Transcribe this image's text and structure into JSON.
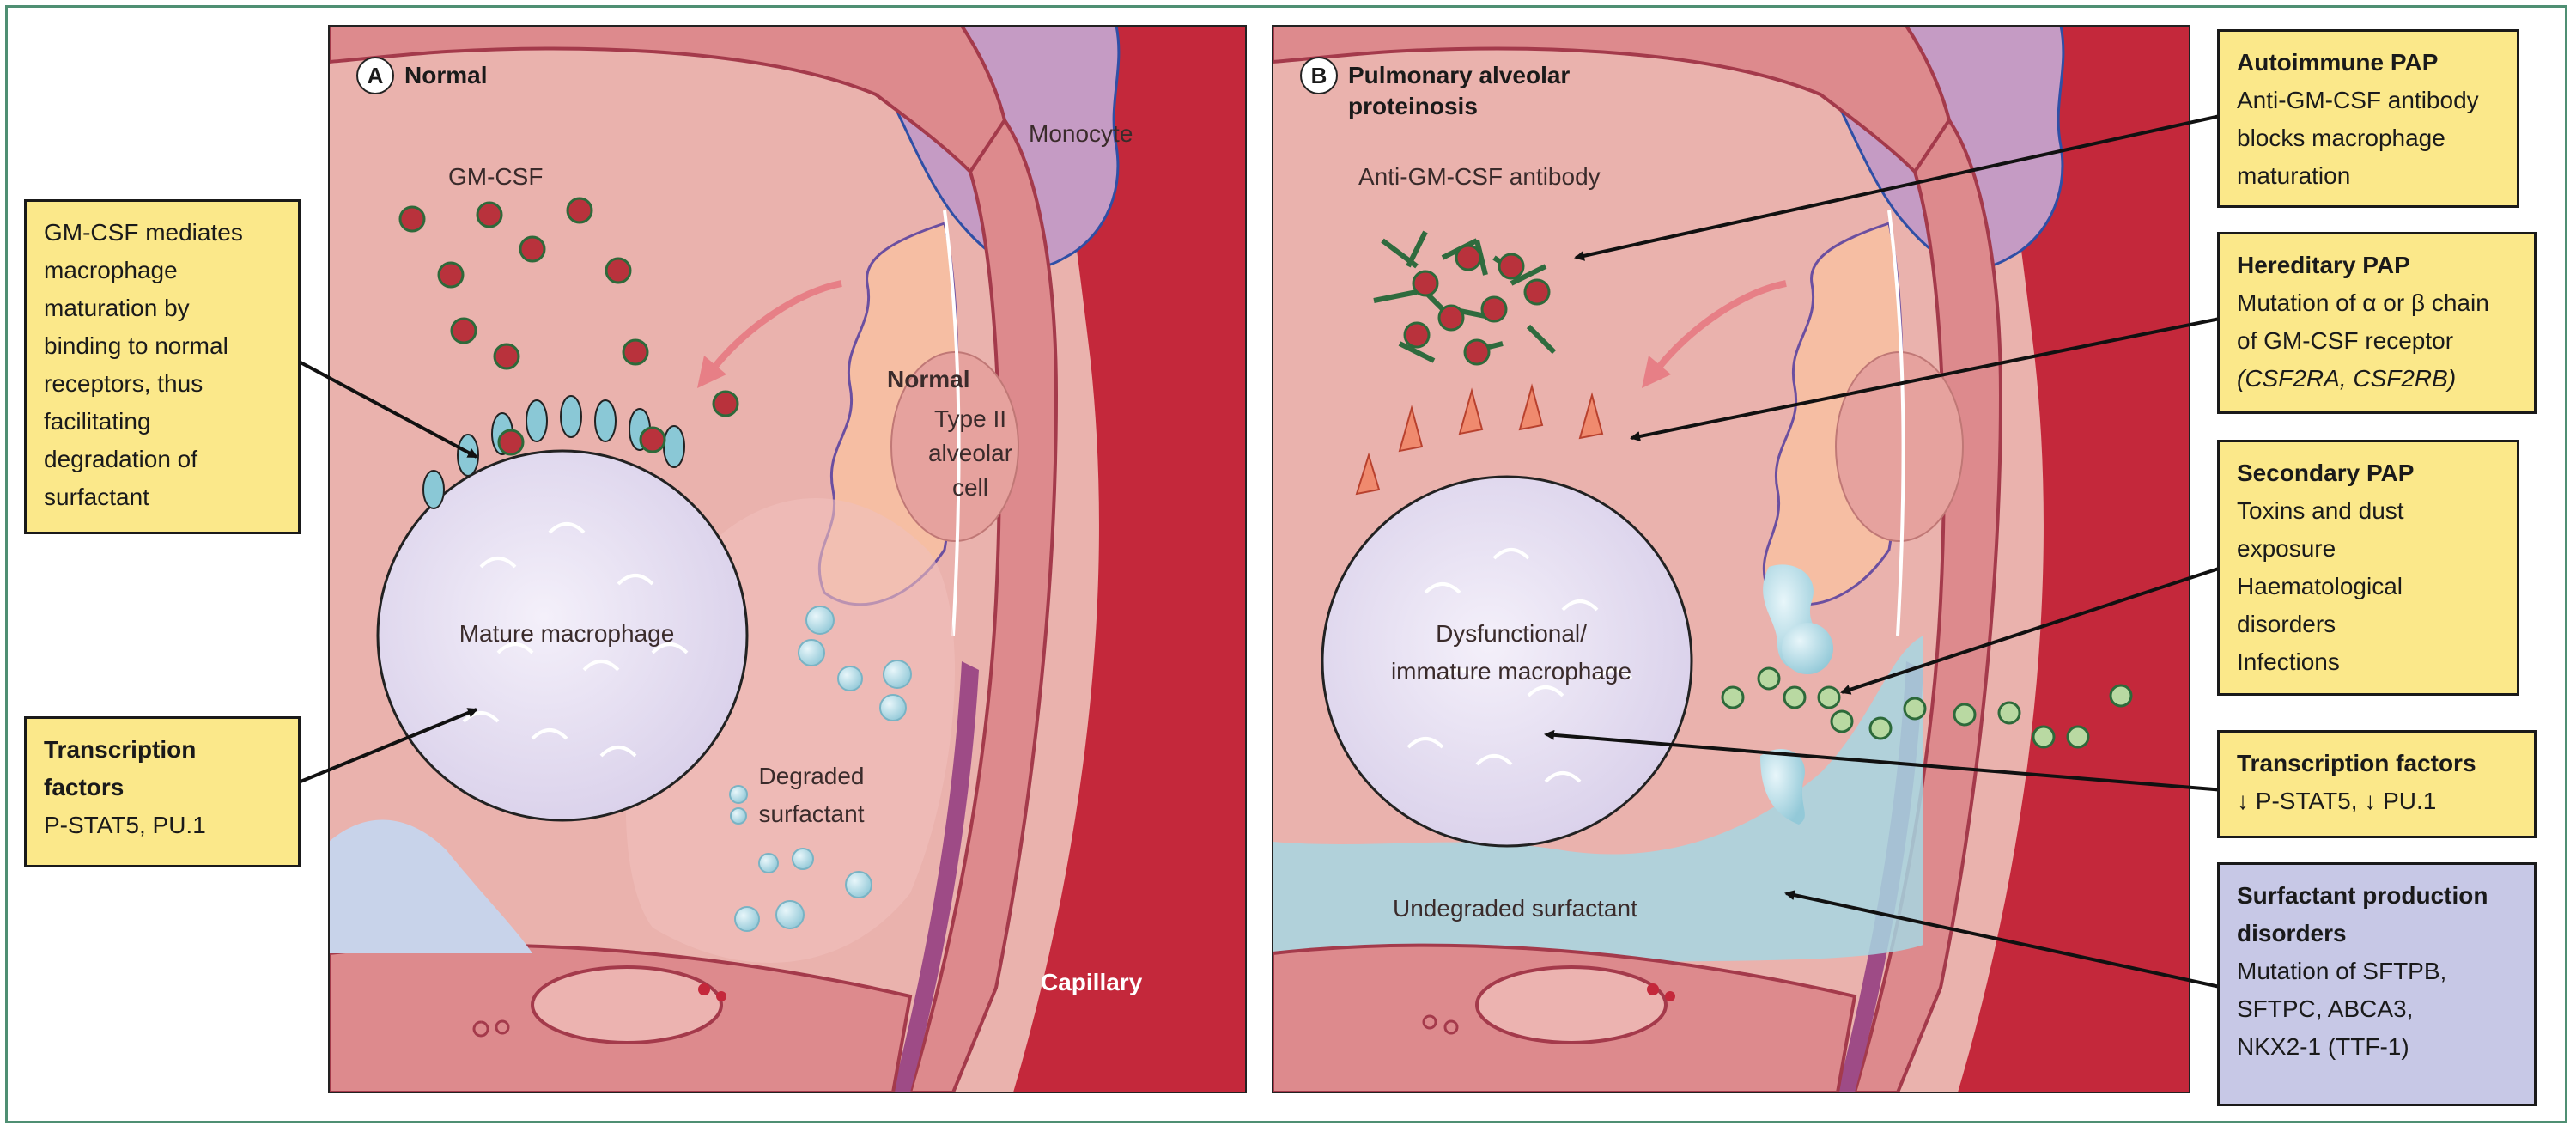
{
  "panel_a": {
    "letter": "A",
    "title": "Normal",
    "labels": {
      "gmcsf": "GM-CSF",
      "monocyte": "Monocyte",
      "normal": "Normal",
      "type2_line1": "Type II",
      "type2_line2": "alveolar",
      "type2_line3": "cell",
      "mature_macrophage": "Mature macrophage",
      "degraded_line1": "Degraded",
      "degraded_line2": "surfactant",
      "capillary": "Capillary"
    }
  },
  "panel_b": {
    "letter": "B",
    "title_line1": "Pulmonary alveolar",
    "title_line2": "proteinosis",
    "labels": {
      "antibody": "Anti-GM-CSF antibody",
      "dysfunctional_line1": "Dysfunctional/",
      "dysfunctional_line2": "immature macrophage",
      "undegraded": "Undegraded surfactant"
    }
  },
  "left_boxes": {
    "gmcsf_box": {
      "lines": [
        "GM-CSF mediates",
        "macrophage",
        "maturation by",
        "binding to normal",
        "receptors, thus",
        "facilitating",
        "degradation of",
        "surfactant"
      ]
    },
    "tf_box": {
      "head_line1": "Transcription",
      "head_line2": "factors",
      "line": "P-STAT5, PU.1"
    }
  },
  "right_boxes": {
    "autoimmune": {
      "head": "Autoimmune PAP",
      "lines": [
        "Anti-GM-CSF antibody",
        "blocks macrophage",
        "maturation"
      ]
    },
    "hereditary": {
      "head": "Hereditary PAP",
      "lines": [
        "Mutation of α or β chain",
        "of GM-CSF receptor",
        "(CSF2RA, CSF2RB)"
      ]
    },
    "secondary": {
      "head": "Secondary PAP",
      "lines": [
        "Toxins and dust",
        "exposure",
        "Haematological",
        "disorders",
        "Infections"
      ]
    },
    "transcription": {
      "head": "Transcription factors",
      "line": "↓ P-STAT5, ↓ PU.1"
    },
    "surfactant": {
      "head_line1": "Surfactant production",
      "head_line2": "disorders",
      "lines": [
        "Mutation of SFTPB,",
        "SFTPC, ABCA3,",
        "NKX2-1 (TTF-1)"
      ]
    }
  },
  "colors": {
    "alveolar_bg": "#eab2ad",
    "wall": "#dd8a8d",
    "wall_edge": "#a43a4b",
    "capillary": "#c4283b",
    "monocyte": "#c59bc4",
    "type2_cell": "#f6bea3",
    "macrophage": "#ece6f4",
    "receptor": "#8ac8d6",
    "mutant_receptor": "#f08a6e",
    "gmcsf": "#b9323c",
    "antibody": "#2f6b3e",
    "surfactant": "#a7d6e2",
    "box_yellow": "#fbe88a",
    "box_blue": "#c7c8e6"
  }
}
